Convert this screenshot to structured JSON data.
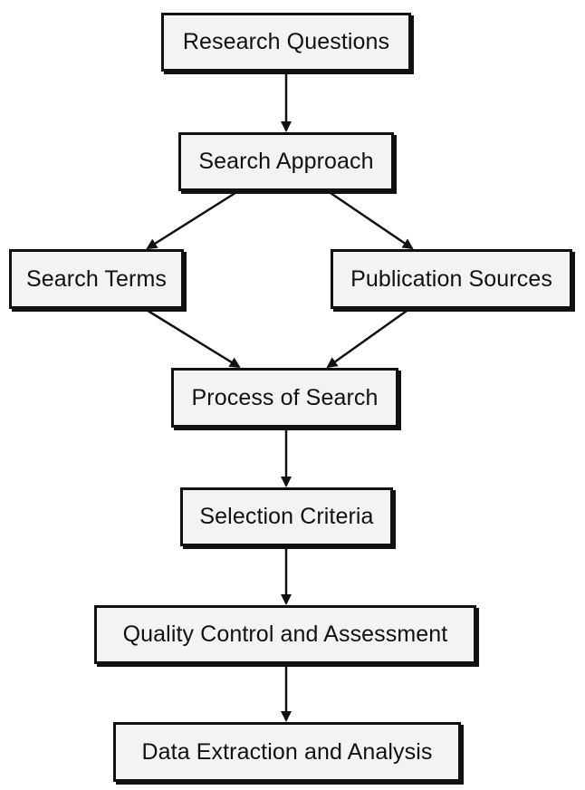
{
  "diagram": {
    "nodes": {
      "research_questions": "Research Questions",
      "search_approach": "Search Approach",
      "search_terms": "Search Terms",
      "publication_sources": "Publication Sources",
      "process_of_search": "Process of Search",
      "selection_criteria": "Selection Criteria",
      "quality_control": "Quality Control and Assessment",
      "data_extraction": "Data Extraction and Analysis"
    },
    "edges": [
      {
        "from": "Research Questions",
        "to": "Search Approach"
      },
      {
        "from": "Search Approach",
        "to": "Search Terms"
      },
      {
        "from": "Search Approach",
        "to": "Publication Sources"
      },
      {
        "from": "Search Terms",
        "to": "Process of Search"
      },
      {
        "from": "Publication Sources",
        "to": "Process of Search"
      },
      {
        "from": "Process of Search",
        "to": "Selection Criteria"
      },
      {
        "from": "Selection Criteria",
        "to": "Quality Control and Assessment"
      },
      {
        "from": "Quality Control and Assessment",
        "to": "Data Extraction and Analysis"
      }
    ],
    "colors": {
      "box_fill": "#f3f3f3",
      "stroke": "#111111"
    }
  }
}
